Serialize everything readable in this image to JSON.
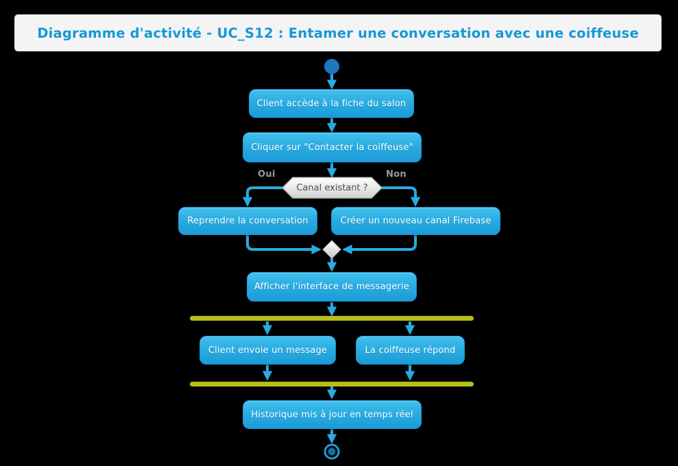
{
  "title": "Diagramme d'activité - UC_S12 : Entamer une conversation avec une coiffeuse",
  "diagram": {
    "type": "uml-activity-diagram",
    "nodes": {
      "step1": "Client accède à la fiche du salon",
      "step2": "Cliquer sur \"Contacter la coiffeuse\"",
      "decision": "Canal existant ?",
      "label_yes": "Oui",
      "label_no": "Non",
      "branch_yes": "Reprendre la conversation",
      "branch_no": "Créer un nouveau canal Firebase",
      "step3": "Afficher l'interface de messagerie",
      "parallel_left": "Client envoie un message",
      "parallel_right": "La coiffeuse répond",
      "step4": "Historique mis à jour en temps réel"
    },
    "flow": [
      "start -> step1 -> step2 -> decision",
      "decision -Oui-> branch_yes -> merge",
      "decision -Non-> branch_no -> merge",
      "merge -> step3 -> fork",
      "fork -> parallel_left -> join",
      "fork -> parallel_right -> join",
      "join -> step4 -> end"
    ]
  },
  "colors": {
    "background": "#000000",
    "activity_fill_top": "#43c0ec",
    "activity_fill_bottom": "#1b9bd7",
    "activity_text": "#ffffff",
    "arrow": "#29abe2",
    "start_node": "#1c77be",
    "end_node_ring": "#1d9cd8",
    "end_node_core": "#10719c",
    "fork_join_bar": "#b7bf17",
    "decision_fill": "#ececec",
    "decision_border": "#b0b0b0",
    "decision_text": "#4f4f4f",
    "guard_label": "#9b9b9b",
    "title_text": "#1598d6",
    "title_background": "#f4f4f4"
  }
}
